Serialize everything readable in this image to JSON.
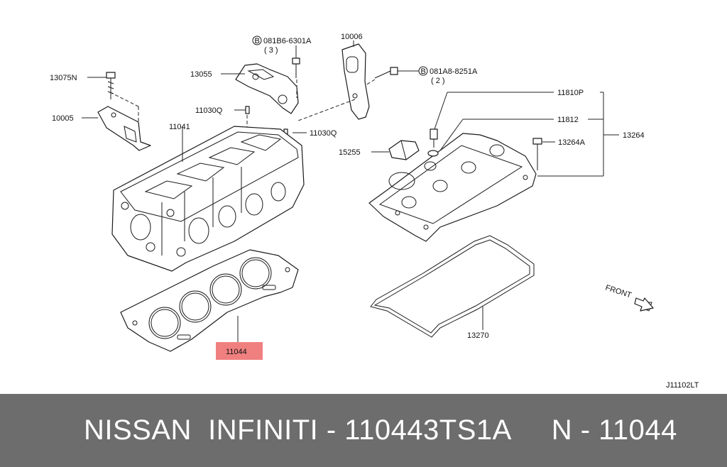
{
  "diagram_code": "J11102LT",
  "labels": {
    "p13075n": "13075N",
    "p10005": "10005",
    "p13055": "13055",
    "p081b6": "081B6-6301A",
    "p081b6_qty": "( 3 )",
    "p10006": "10006",
    "p081a8": "081A8-8251A",
    "p081a8_qty": "( 2 )",
    "p11030q_a": "11030Q",
    "p11030q_b": "11030Q",
    "p11041": "11041",
    "p11810p": "11810P",
    "p11812": "11812",
    "p13264": "13264",
    "p13264a": "13264A",
    "p15255": "15255",
    "p11044": "11044",
    "p13270": "13270",
    "front": "FRONT",
    "b_marker": "B"
  },
  "highlight_color": "#f08080",
  "banner": {
    "text": "NISSAN  INFINITI - 110443TS1A     N - 11044",
    "background": "#6d6d6d"
  }
}
